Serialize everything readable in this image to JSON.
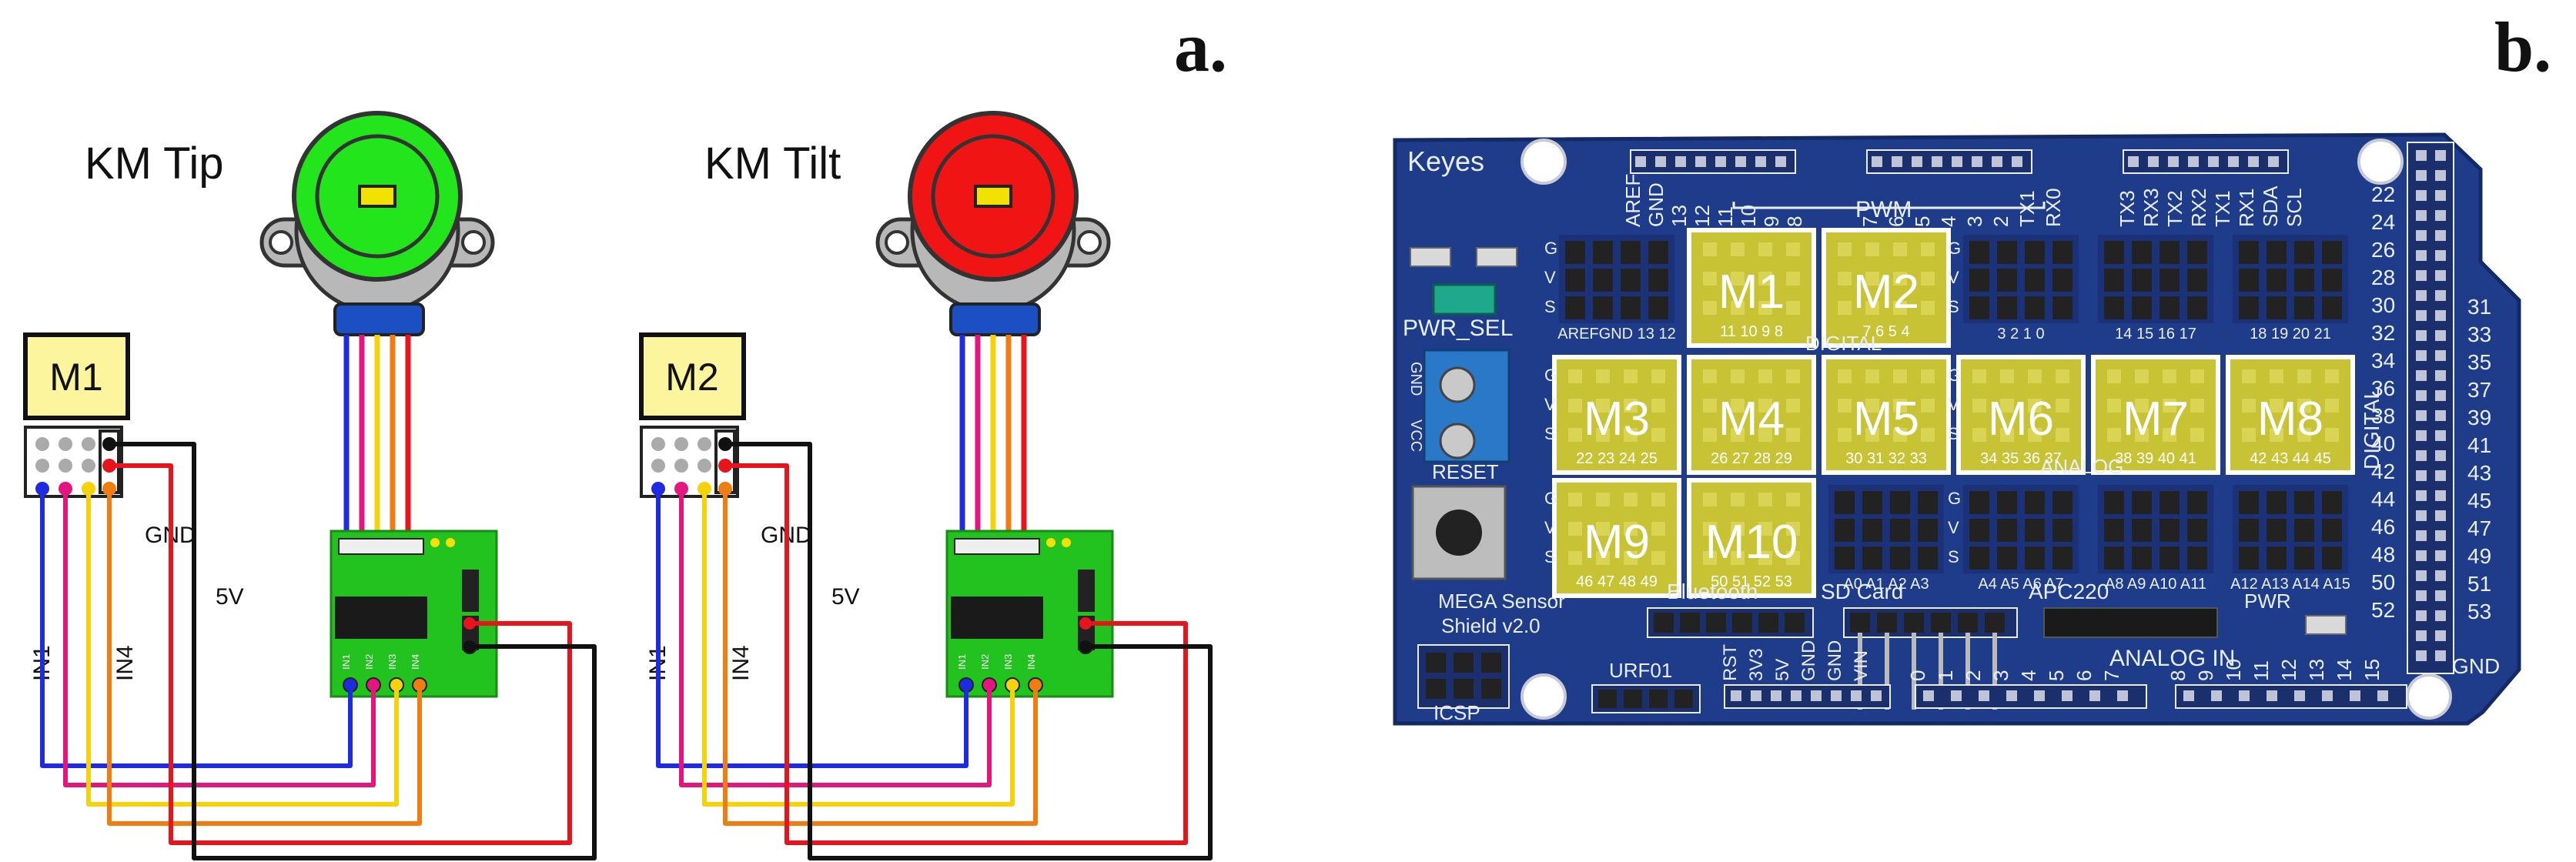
{
  "panels": {
    "a": {
      "letter": "a."
    },
    "b": {
      "letter": "b."
    }
  },
  "left_wiring": [
    {
      "motor_title": "KM Tip",
      "motor_color": "#22e51c",
      "module_label": "M1",
      "gnd": "GND",
      "v5": "5V",
      "in1": "IN1",
      "in4": "IN4",
      "driver_pins": [
        "IN1",
        "IN2",
        "IN3",
        "IN4"
      ]
    },
    {
      "motor_title": "KM Tilt",
      "motor_color": "#f01414",
      "module_label": "M2",
      "gnd": "GND",
      "v5": "5V",
      "in1": "IN1",
      "in4": "IN4",
      "driver_pins": [
        "IN1",
        "IN2",
        "IN3",
        "IN4"
      ]
    }
  ],
  "wire_colors": {
    "blue": "#1f2be0",
    "magenta": "#e3157e",
    "yellow": "#f5d20c",
    "orange": "#f07d12",
    "red": "#e8141c",
    "black": "#111111"
  },
  "board": {
    "brand": "Keyes",
    "pwm": "PWM",
    "digital": "DIGITAL",
    "digital_side": "DIGITAL",
    "analog": "ANALOG",
    "analog_in": "ANALOG IN",
    "pwr_sel": "PWR_SEL",
    "reset": "RESET",
    "product_line1": "MEGA Sensor",
    "product_line2": "Shield v2.0",
    "bluetooth": "Bluetooth",
    "sd_card": "SD Card",
    "apc220": "APC220",
    "pwr": "PWR",
    "icsp": "ICSP",
    "urf01": "URF01",
    "gnd_bottom": "GND",
    "top_left_headers": [
      "AREF",
      "GND",
      "13",
      "12",
      "11",
      "10",
      "9",
      "8"
    ],
    "top_mid_headers": [
      "7",
      "6",
      "5",
      "4",
      "3",
      "2",
      "TX1",
      "RX0"
    ],
    "top_right_headers": [
      "TX3",
      "RX3",
      "TX2",
      "RX2",
      "TX1",
      "RX1",
      "SDA",
      "SCL"
    ],
    "top_row_blocks": [
      {
        "label": "",
        "pins": "AREFGND 13 12"
      },
      {
        "label": "M1",
        "pins": "11 10 9 8"
      },
      {
        "label": "M2",
        "pins": "7 6 5 4"
      },
      {
        "label": "",
        "pins": "3 2 1 0"
      },
      {
        "label": "",
        "pins": "14 15 16 17"
      },
      {
        "label": "",
        "pins": "18 19 20 21"
      }
    ],
    "mid_row_blocks": [
      {
        "label": "M3",
        "pins": "22 23 24 25"
      },
      {
        "label": "M4",
        "pins": "26 27 28 29"
      },
      {
        "label": "M5",
        "pins": "30 31 32 33"
      },
      {
        "label": "M6",
        "pins": "34 35 36 37"
      },
      {
        "label": "M7",
        "pins": "38 39 40 41"
      },
      {
        "label": "M8",
        "pins": "42 43 44 45"
      }
    ],
    "bottom_row_blocks": [
      {
        "label": "M9",
        "pins": "46 47 48 49"
      },
      {
        "label": "M10",
        "pins": "50 51 52 53"
      },
      {
        "label": "",
        "pins": "A0 A1 A2 A3"
      },
      {
        "label": "",
        "pins": "A4 A5 A6 A7"
      },
      {
        "label": "",
        "pins": "A8 A9 A10 A11"
      },
      {
        "label": "",
        "pins": "A12 A13 A14 A15"
      }
    ],
    "right_numbers_left": [
      "22",
      "24",
      "26",
      "28",
      "30",
      "32",
      "34",
      "36",
      "38",
      "40",
      "42",
      "44",
      "46",
      "48",
      "50",
      "52"
    ],
    "right_numbers_right": [
      "31",
      "33",
      "35",
      "37",
      "39",
      "41",
      "43",
      "45",
      "47",
      "49",
      "51",
      "53"
    ],
    "bottom_power": [
      "RST",
      "3V3",
      "5V",
      "GND",
      "GND",
      "VIN"
    ],
    "bottom_analog": [
      "0",
      "1",
      "2",
      "3",
      "4",
      "5",
      "6",
      "7"
    ],
    "bottom_analog2": [
      "8",
      "9",
      "10",
      "11",
      "12",
      "13",
      "14",
      "15"
    ],
    "side_labels": [
      "G",
      "V",
      "S"
    ],
    "terminal_labels": [
      "GND",
      "VCC"
    ],
    "colors": {
      "pcb": "#1f3c8a",
      "pcb_dark": "#142a66",
      "highlight": "#c8c235",
      "silk": "#e8eef8",
      "header": "#222222"
    }
  }
}
